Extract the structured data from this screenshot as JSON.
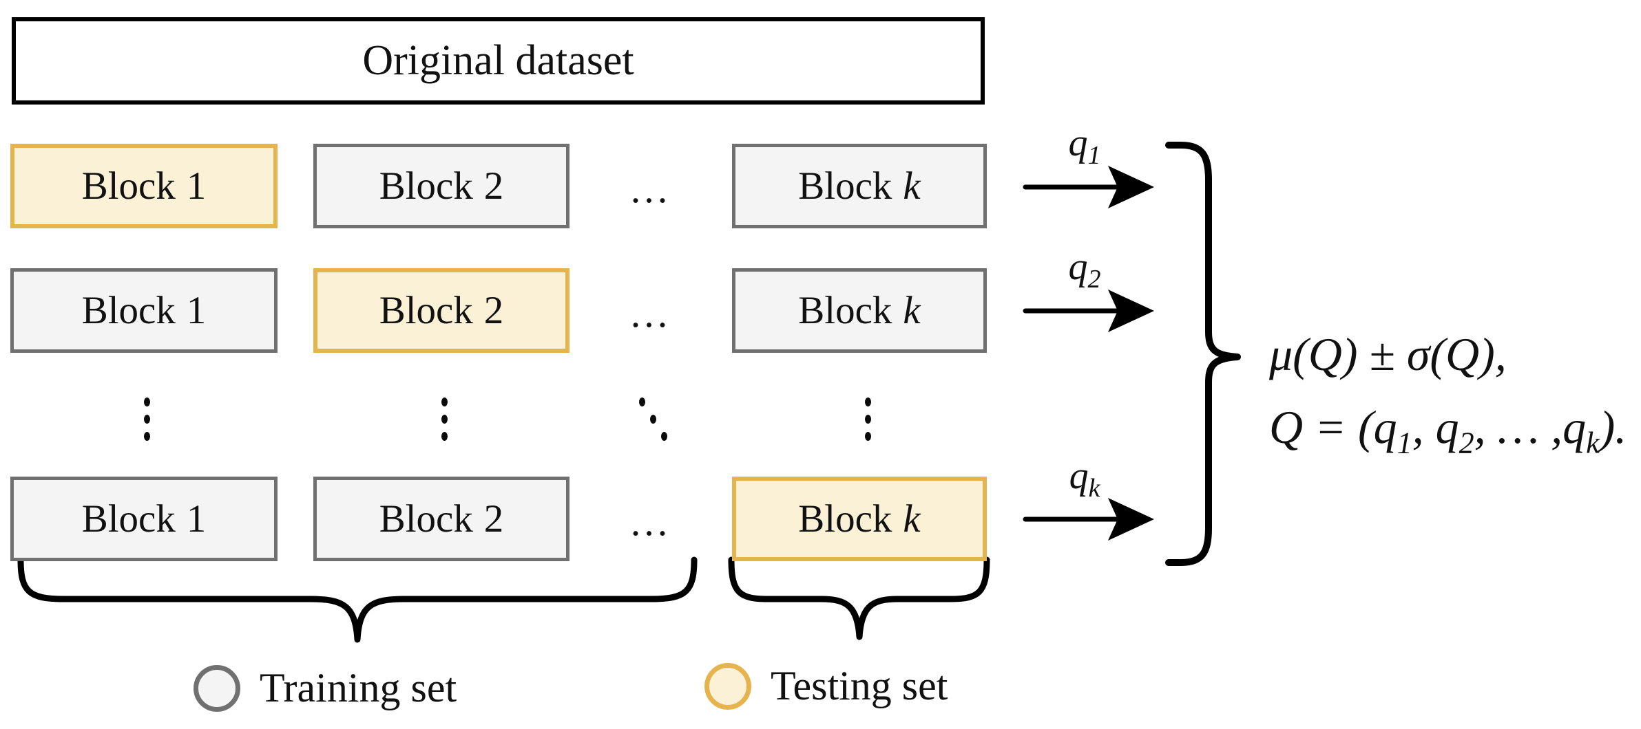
{
  "title_box": {
    "label": "Original dataset"
  },
  "folds": [
    {
      "q": {
        "base": "q",
        "sub": "1"
      },
      "ellipsis": "...",
      "blocks": [
        {
          "prefix": "Block",
          "index": "1",
          "role": "testing"
        },
        {
          "prefix": "Block",
          "index": "2",
          "role": "training"
        },
        {
          "prefix": "Block",
          "index": "k",
          "role": "training"
        }
      ]
    },
    {
      "q": {
        "base": "q",
        "sub": "2"
      },
      "ellipsis": "...",
      "blocks": [
        {
          "prefix": "Block",
          "index": "1",
          "role": "training"
        },
        {
          "prefix": "Block",
          "index": "2",
          "role": "testing"
        },
        {
          "prefix": "Block",
          "index": "k",
          "role": "training"
        }
      ]
    },
    {
      "q": {
        "base": "q",
        "sub": "k"
      },
      "ellipsis": "...",
      "blocks": [
        {
          "prefix": "Block",
          "index": "1",
          "role": "training"
        },
        {
          "prefix": "Block",
          "index": "2",
          "role": "training"
        },
        {
          "prefix": "Block",
          "index": "k",
          "role": "testing"
        }
      ]
    }
  ],
  "formula": {
    "line1": "μ(Q) ± σ(Q),",
    "line2": {
      "p1": "Q = (q",
      "s1": "1",
      "p2": ", q",
      "s2": "2",
      "p3": ", … ,q",
      "s3": "k",
      "p4": ")."
    }
  },
  "legend": [
    {
      "label": "Training set"
    },
    {
      "label": "Testing set"
    }
  ],
  "colors": {
    "training_fill": "#F4F4F4",
    "training_border": "#707070",
    "testing_fill": "#FBF1D6",
    "testing_border": "#E6B44E"
  }
}
